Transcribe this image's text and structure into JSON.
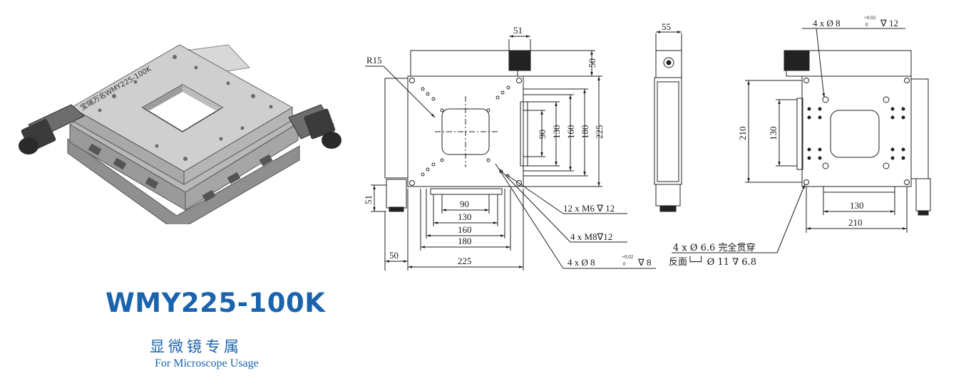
{
  "product": {
    "model": "WMY225-100K",
    "subtitle_cn": "显微镜专属",
    "subtitle_en": "For Microscope Usage",
    "engraving": "宝瑞万名WMY225-100K"
  },
  "colors": {
    "brand_blue": "#1a63ad",
    "line": "#222222",
    "stage_top": "#c9c9c9",
    "stage_side": "#8f8f8f",
    "motor": "#3a3a3a"
  },
  "front_view": {
    "radius": "R15",
    "top_motor_width": "51",
    "top_motor_height": "50",
    "vertical_dims": [
      "90",
      "130",
      "160",
      "180",
      "225"
    ],
    "horizontal_dims": [
      "90",
      "130",
      "160",
      "180",
      "225"
    ],
    "left_motor_height": "51",
    "left_motor_width": "50",
    "callout_m6": "12 x  M6 ∇ 12",
    "callout_m8": "4 x  M8∇12",
    "callout_pin": "4 x  Ø  8",
    "callout_pin_tol_top": "+0.02",
    "callout_pin_tol_bot": "0",
    "callout_pin_depth": "∇ 8"
  },
  "side_view": {
    "width": "55"
  },
  "bottom_view": {
    "callout_pin": "4 x  Ø  8",
    "callout_pin_tol_top": "+0.02",
    "callout_pin_tol_bot": "0",
    "callout_pin_depth": "∇ 12",
    "vertical_dims": [
      "210",
      "130"
    ],
    "horizontal_dims": [
      "130",
      "210"
    ],
    "through_hole": "4 x  Ø  6.6 完全贯穿",
    "counterbore": "反面└─┘ Ø  11 ∇ 6.8"
  }
}
